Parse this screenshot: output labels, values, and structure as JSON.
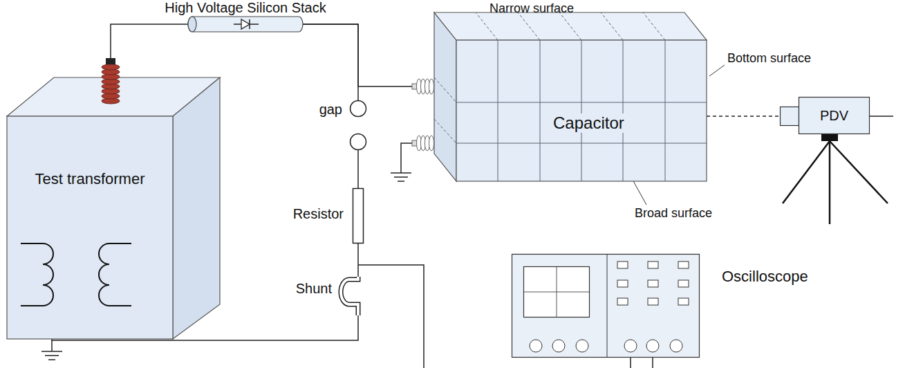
{
  "diagram": {
    "nodes": [
      {
        "text": [
          "High Voltage Silicon Stack"
        ]
      },
      {
        "text": [
          "Capacitor"
        ]
      },
      {
        "text": [
          "PDV"
        ]
      },
      {
        "text": [
          "gap"
        ]
      },
      {
        "text": [
          "Test transformer"
        ]
      },
      {
        "text": [
          "Resistor"
        ]
      },
      {
        "text": [
          "Shunt"
        ]
      },
      {
        "text": [
          "Oscilloscope"
        ]
      }
    ],
    "edges": [
      {
        "from": 4,
        "to": 0,
        "arrow": "none"
      },
      {
        "from": 0,
        "to": 1,
        "arrow": "none"
      },
      {
        "from": 0,
        "to": 3,
        "arrow": "none"
      },
      {
        "from": 3,
        "to": 5,
        "arrow": "none"
      },
      {
        "from": 5,
        "to": 6,
        "arrow": "none"
      },
      {
        "from": 6,
        "to": 4,
        "arrow": "none"
      },
      {
        "from": 1,
        "to": 2,
        "arrow": "none"
      }
    ],
    "labels": [
      "Narrow surface",
      "Bottom surface",
      "Broad surface"
    ]
  }
}
